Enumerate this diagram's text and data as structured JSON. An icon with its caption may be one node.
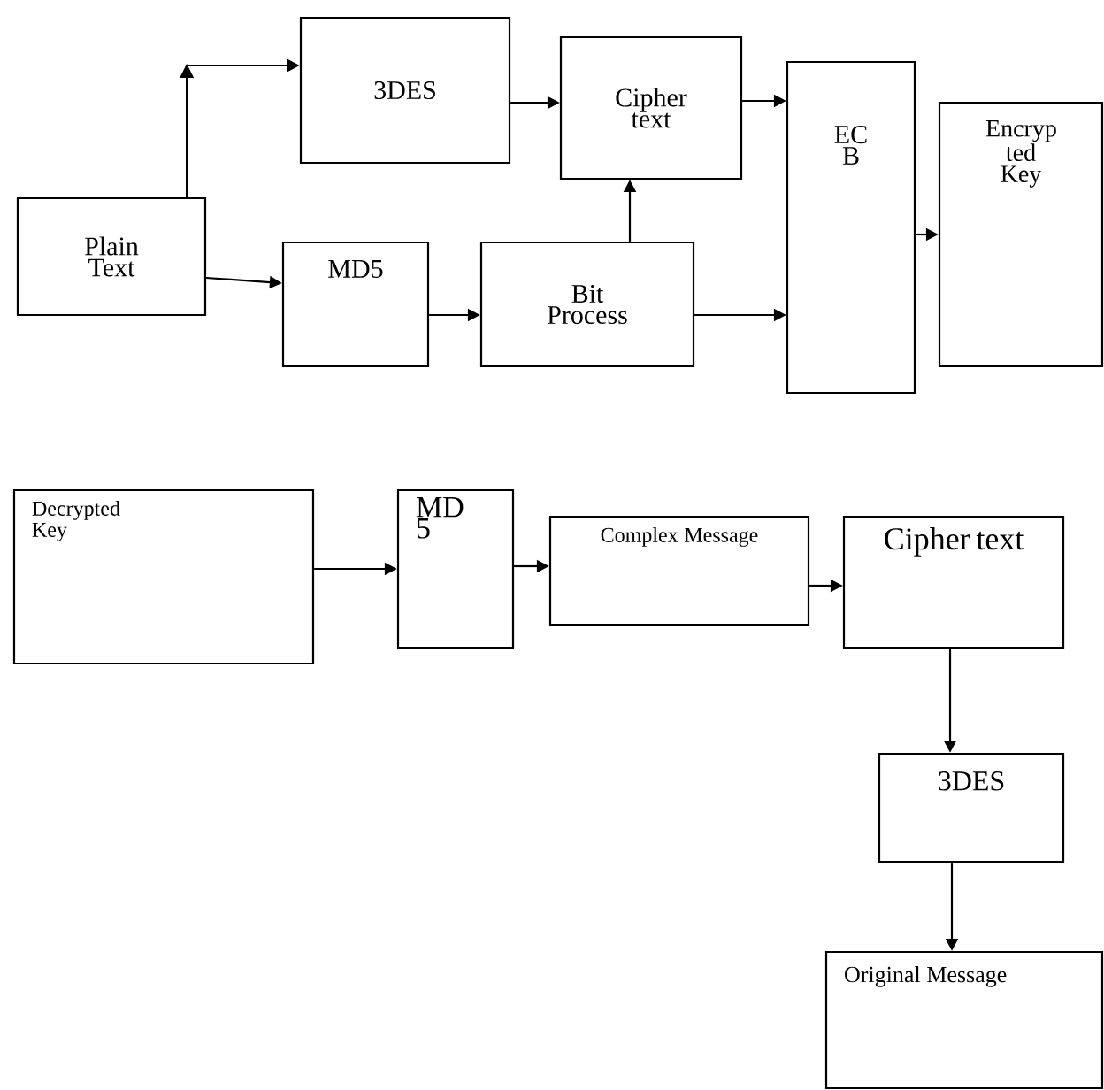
{
  "diagram": {
    "nodes": [
      {
        "text": [
          "Plain Text"
        ]
      },
      {
        "text": [
          "3DES"
        ]
      },
      {
        "text": [
          "Cipher text"
        ]
      },
      {
        "text": [
          "MD5"
        ]
      },
      {
        "text": [
          "Bit Process"
        ]
      },
      {
        "text": [
          "EC B"
        ]
      },
      {
        "text": [
          "Encryp ted Key"
        ]
      },
      {
        "text": [
          "Decrypted Key"
        ]
      },
      {
        "text": [
          "MD 5"
        ]
      },
      {
        "text": [
          "Complex Message"
        ]
      },
      {
        "text": [
          "Cipher text"
        ]
      },
      {
        "text": [
          "3DES"
        ]
      },
      {
        "text": [
          "Original Message"
        ]
      }
    ],
    "edges": [
      {
        "from": 0,
        "to": 1,
        "arrow": "to"
      },
      {
        "from": 1,
        "to": 2,
        "arrow": "to"
      },
      {
        "from": 4,
        "to": 2,
        "arrow": "to"
      },
      {
        "from": 2,
        "to": 5,
        "arrow": "to"
      },
      {
        "from": 0,
        "to": 3,
        "arrow": "to"
      },
      {
        "from": 3,
        "to": 4,
        "arrow": "to"
      },
      {
        "from": 4,
        "to": 5,
        "arrow": "to"
      },
      {
        "from": 5,
        "to": 6,
        "arrow": "to"
      },
      {
        "from": 7,
        "to": 8,
        "arrow": "to"
      },
      {
        "from": 8,
        "to": 9,
        "arrow": "to"
      },
      {
        "from": 9,
        "to": 10,
        "arrow": "to"
      },
      {
        "from": 10,
        "to": 11,
        "arrow": "to"
      },
      {
        "from": 11,
        "to": 12,
        "arrow": "to"
      }
    ]
  }
}
